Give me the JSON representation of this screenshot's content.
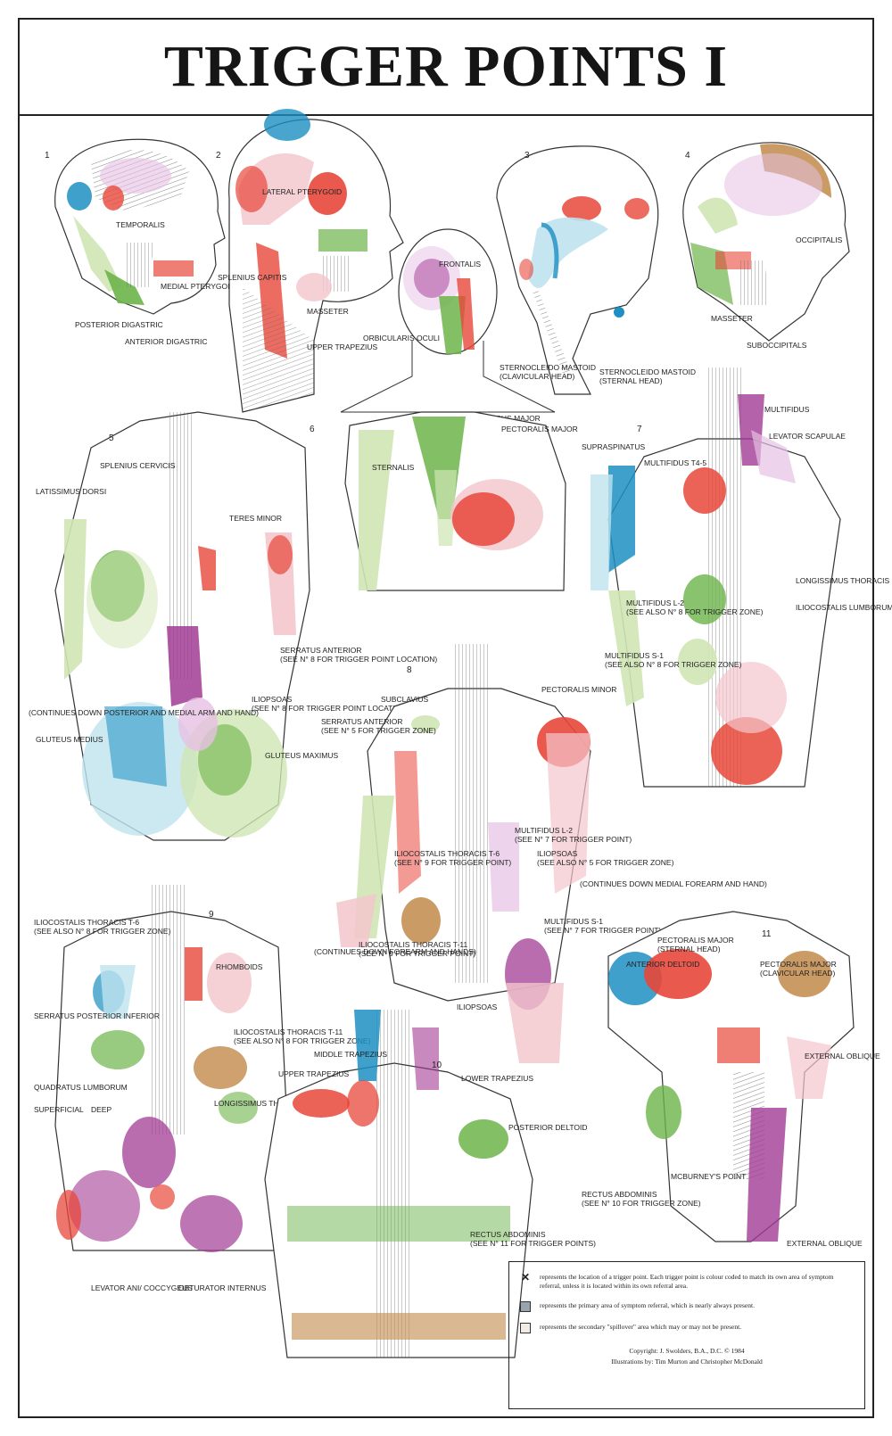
{
  "title": "TRIGGER POINTS I",
  "figures": [
    {
      "number": "1",
      "labels": [
        "TEMPORALIS",
        "MEDIAL PTERYGOID",
        "POSTERIOR DIGASTRIC",
        "ANTERIOR DIGASTRIC"
      ]
    },
    {
      "number": "2",
      "labels": [
        "LATERAL PTERYGOID",
        "SPLENIUS CAPITIS",
        "MASSETER",
        "UPPER TRAPEZIUS"
      ]
    },
    {
      "number": "3",
      "labels": [
        "STERNOCLEIDO MASTOID",
        "(clavicular head)",
        "STERNOCLEIDO MASTOID",
        "(sternal head)"
      ]
    },
    {
      "number": "4",
      "labels": [
        "OCCIPITALIS",
        "MASSETER",
        "SUBOCCIPITALS"
      ]
    },
    {
      "number": "",
      "labels": [
        "FRONTALIS",
        "ORBICULARIS OCULI",
        "ZYGOMATICUS MAJOR"
      ]
    },
    {
      "number": "5",
      "labels": [
        "SPLENIUS CERVICIS",
        "LATISSIMUS DORSI",
        "TERES MINOR",
        "SERRATUS ANTERIOR",
        "(see N° 8 for trigger point location)",
        "ILIOPSOAS",
        "(see N° 8 for trigger point location)",
        "(continues down posterior and medial arm and hand)",
        "GLUTEUS MEDIUS",
        "GLUTEUS MAXIMUS"
      ]
    },
    {
      "number": "6",
      "labels": [
        "PECTORALIS MAJOR",
        "STERNALIS"
      ]
    },
    {
      "number": "7",
      "labels": [
        "MULTIFIDUS",
        "LEVATOR SCAPULAE",
        "SUPRASPINATUS",
        "MULTIFIDUS T4-5",
        "LONGISSIMUS THORACIS",
        "ILIOCOSTALIS LUMBORUM",
        "MULTIFIDUS L-2",
        "(see also N° 8 for trigger zone)",
        "MULTIFIDUS S-1",
        "(see also N° 8 for trigger zone)"
      ]
    },
    {
      "number": "8",
      "labels": [
        "SUBCLAVIUS",
        "PECTORALIS MINOR",
        "SERRATUS ANTERIOR",
        "(see N° 5 for trigger zone)",
        "MULTIFIDUS L-2",
        "(see N° 7 for trigger point)",
        "ILIOCOSTALIS THORACIS T-6",
        "(see N° 9 for trigger point)",
        "ILIOPSOAS",
        "(see also N° 5 for trigger zone)",
        "MULTIFIDUS S-1",
        "(see N° 7 for trigger point)",
        "ILIOCOSTALIS THORACIS T-11",
        "(see N° 9 for trigger point)",
        "ILIOPSOAS",
        "(continues down medial forearm and hand)",
        "(continues down forearm and hands)"
      ]
    },
    {
      "number": "9",
      "labels": [
        "ILIOCOSTALIS THORACIS T-6",
        "(see also N° 8 for trigger zone)",
        "RHOMBOIDS",
        "SERRATUS POSTERIOR INFERIOR",
        "ILIOCOSTALIS THORACIS T-11",
        "(see also N° 8 for trigger zone)",
        "QUADRATUS LUMBORUM",
        "SUPERFICIAL",
        "DEEP",
        "LONGISSIMUS THORACIS L-1",
        "LEVATOR ANI/ COCCYGEUS",
        "OBTURATOR INTERNUS"
      ]
    },
    {
      "number": "10",
      "labels": [
        "MIDDLE TRAPEZIUS",
        "UPPER TRAPEZIUS",
        "LOWER TRAPEZIUS",
        "POSTERIOR DELTOID",
        "RECTUS ABDOMINIS",
        "(see N° 11 for trigger points)"
      ]
    },
    {
      "number": "11",
      "labels": [
        "PECTORALIS MAJOR",
        "(sternal head)",
        "ANTERIOR DELTOID",
        "PECTORALIS MAJOR",
        "(clavicular head)",
        "EXTERNAL OBLIQUE",
        "RECTUS ABDOMINIS",
        "(see N° 10 for trigger zone)",
        "McBURNEY'S POINT",
        "EXTERNAL OBLIQUE"
      ]
    }
  ],
  "legend": {
    "items": [
      {
        "symbol": "✕",
        "text": "represents the location of a trigger point. Each trigger point is colour coded to match its own area of symptom referral, unless it is located within its own referral area."
      },
      {
        "symbol": "primary",
        "text": "represents the primary area of symptom referral, which is nearly always present."
      },
      {
        "symbol": "secondary",
        "text": "represents the secondary \"spillover\" area which may or may not be present."
      }
    ],
    "copyright": "Copyright: J. Swolders, B.A., D.C. © 1984",
    "illustrations": "Illustrations by: Tim Murton and Christopher McDonald"
  },
  "colors": {
    "red": "#e8473a",
    "pink": "#f3c6cc",
    "green": "#6cb44a",
    "lightgreen": "#cfe6b4",
    "blue": "#1d8fc2",
    "lightblue": "#bfe3ef",
    "purple": "#a13b93",
    "lightpurple": "#e6c0e3",
    "tan": "#c28a4a",
    "cream": "#f4e7cf"
  }
}
